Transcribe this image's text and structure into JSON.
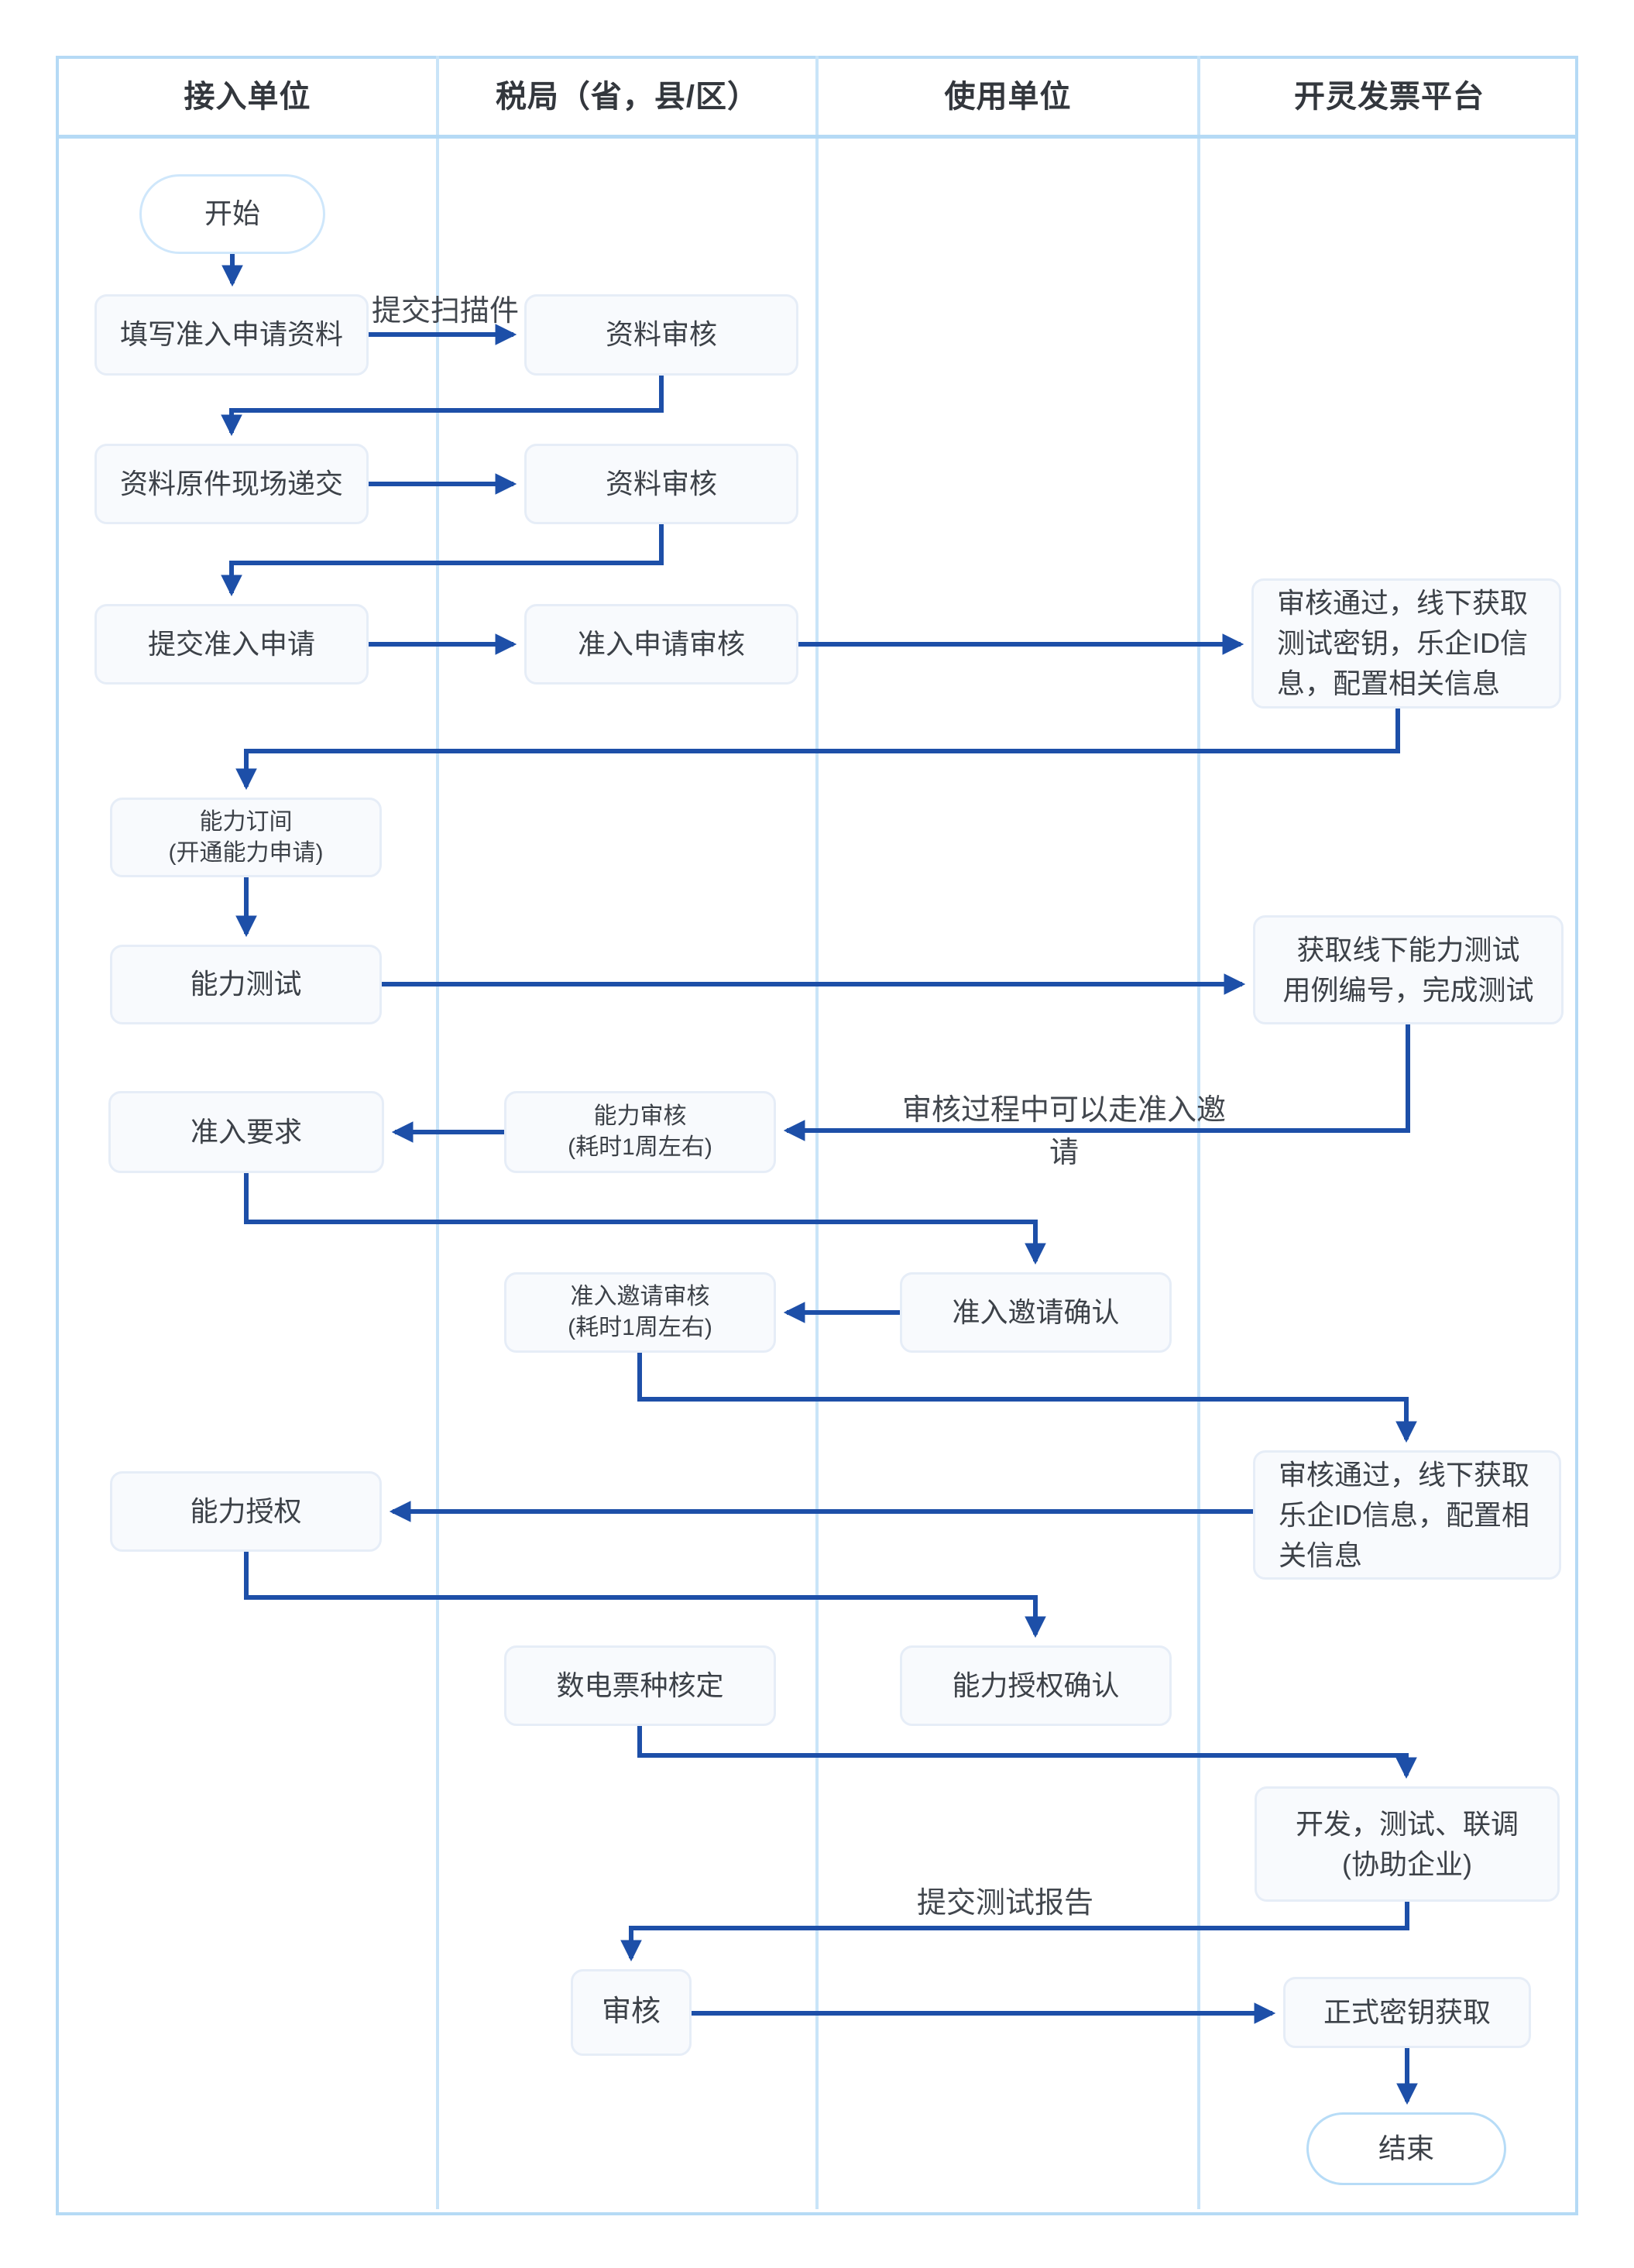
{
  "lanes": [
    "接入单位",
    "税局（省，县/区）",
    "使用单位",
    "开灵发票平台"
  ],
  "nodes": {
    "start": "开始",
    "fill_application": "填写准入申请资料",
    "material_review_1": "资料审核",
    "original_onsite": "资料原件现场递交",
    "material_review_2": "资料审核",
    "submit_access": "提交准入申请",
    "access_review": "准入申请审核",
    "approved_test_key": "审核通过，线下获取测试密钥，乐企ID信息，配置相关信息",
    "capability_order": "能力订间\n(开通能力申请)",
    "capability_test": "能力测试",
    "get_test_cases": "获取线下能力测试\n用例编号，完成测试",
    "access_requirement": "准入要求",
    "capability_review": "能力审核\n(耗时1周左右)",
    "invite_review": "准入邀请审核\n(耗时1周左右)",
    "invite_confirm": "准入邀请确认",
    "approved_leqi_id": "审核通过，线下获取乐企ID信息，配置相关信息",
    "capability_auth": "能力授权",
    "auth_confirm": "能力授权确认",
    "invoice_type_check": "数电票种核定",
    "dev_test_joint": "开发，测试、联调\n(协助企业)",
    "review": "审核",
    "official_key": "正式密钥获取",
    "end": "结束"
  },
  "edge_labels": {
    "scan": "提交扫描件",
    "invite_note": "审核过程中可以走准入邀请",
    "test_report": "提交测试报告"
  },
  "colors": {
    "arrow": "#1d4fa8",
    "lane_border": "#b5daf5",
    "lane_divider": "#c9e4f8",
    "node_fill": "#f8fafd",
    "node_border": "#e6edf7",
    "text": "#3c4148"
  }
}
